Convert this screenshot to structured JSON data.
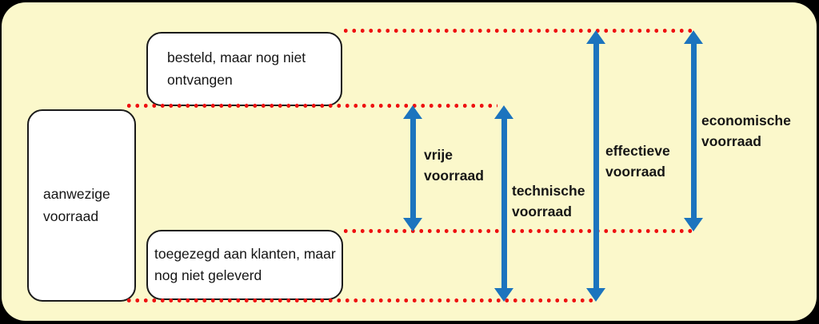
{
  "colors": {
    "outer_frame": "#000000",
    "background": "#FBF8CB",
    "box_fill": "#FFFFFF",
    "box_border": "#1A1A1A",
    "dotted_line": "#EE1111",
    "arrow": "#1C74BE",
    "text": "#151515"
  },
  "boxes": {
    "on_order": {
      "lines": [
        "besteld, maar nog niet",
        "ontvangen"
      ]
    },
    "on_hand": {
      "lines": [
        "aanwezige",
        "voorraad"
      ]
    },
    "committed": {
      "lines": [
        "toegezegd aan klanten, maar",
        "nog niet geleverd"
      ]
    }
  },
  "measures": {
    "free_stock": {
      "lines": [
        "vrije",
        "voorraad"
      ]
    },
    "technical_stock": {
      "lines": [
        "technische",
        "voorraad"
      ]
    },
    "effective_stock": {
      "lines": [
        "effectieve",
        "voorraad"
      ]
    },
    "economic_stock": {
      "lines": [
        "economische",
        "voorraad"
      ]
    }
  }
}
